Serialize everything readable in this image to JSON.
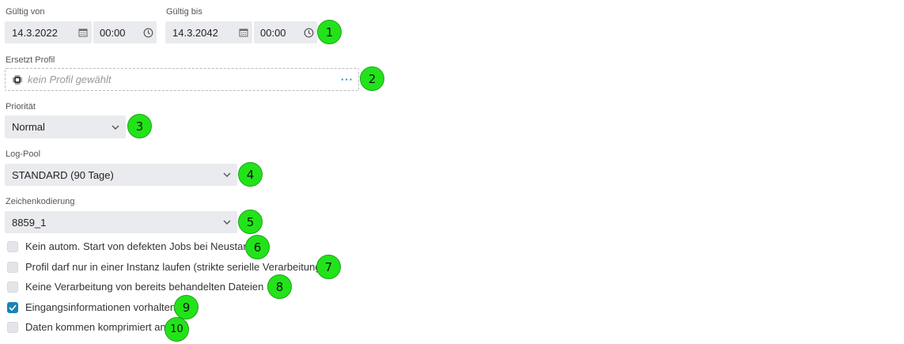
{
  "valid_from": {
    "label": "Gültig von",
    "date": "14.3.2022",
    "time": "00:00"
  },
  "valid_to": {
    "label": "Gültig bis",
    "date": "14.3.2042",
    "time": "00:00"
  },
  "replaces_profile": {
    "label": "Ersetzt Profil",
    "placeholder": "kein Profil gewählt",
    "more": "···"
  },
  "priority": {
    "label": "Priorität",
    "value": "Normal"
  },
  "log_pool": {
    "label": "Log-Pool",
    "value": "STANDARD (90 Tage)"
  },
  "encoding": {
    "label": "Zeichenkodierung",
    "value": "8859_1"
  },
  "checkboxes": [
    {
      "label": "Kein autom. Start von defekten Jobs bei Neustart",
      "checked": false
    },
    {
      "label": "Profil darf nur in einer Instanz laufen (strikte serielle Verarbeitung)",
      "checked": false
    },
    {
      "label": "Keine Verarbeitung von bereits behandelten Dateien",
      "checked": false
    },
    {
      "label": "Eingangsinformationen vorhalten",
      "checked": true
    },
    {
      "label": "Daten kommen komprimiert an",
      "checked": false
    }
  ],
  "markers": [
    "1",
    "2",
    "3",
    "4",
    "5",
    "6",
    "7",
    "8",
    "9",
    "10"
  ],
  "colors": {
    "accent": "#1a83b8",
    "marker": "#22e31a",
    "field_bg": "#e9ebee"
  },
  "icons": {
    "date": "calendar-icon",
    "time": "clock-icon",
    "profile": "chip-icon",
    "select": "chevron-down-icon",
    "info": "info-icon"
  }
}
